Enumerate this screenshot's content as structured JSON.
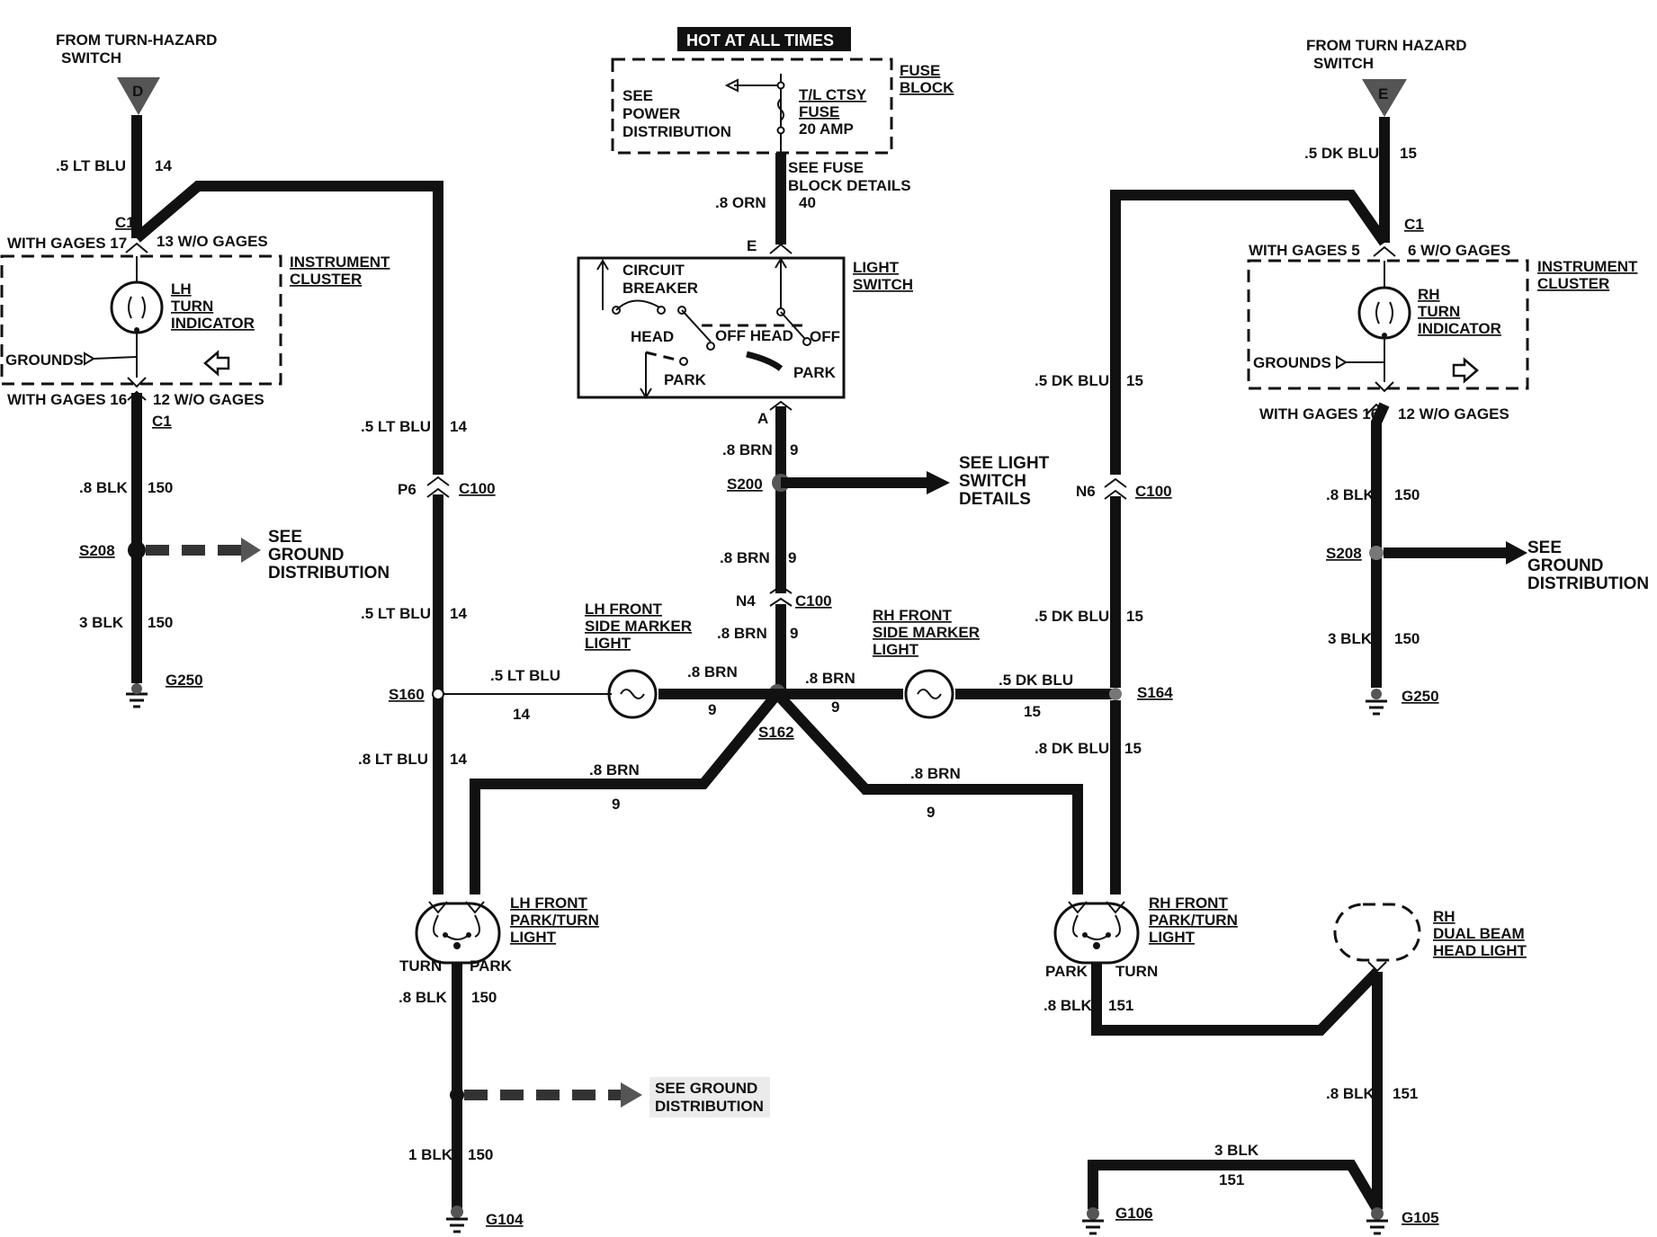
{
  "title": {
    "hot_at_all_times": "HOT AT ALL TIMES"
  },
  "fuse": {
    "see_power": "SEE",
    "see_power_2": "POWER",
    "see_power_3": "DISTRIBUTION",
    "fuse_name": "T/L CTSY",
    "fuse_label": "FUSE",
    "fuse_amp": "20 AMP",
    "fuse_block": "FUSE",
    "fuse_block_2": "BLOCK",
    "see_fuse_details": "SEE FUSE",
    "see_fuse_details_2": "BLOCK DETAILS",
    "wire": ".8 ORN",
    "circuit": "40",
    "connector": "E"
  },
  "light_switch": {
    "circuit_breaker": "CIRCUIT",
    "circuit_breaker_2": "BREAKER",
    "head": "HEAD",
    "off_head": "OFF HEAD",
    "off": "OFF",
    "park": "PARK",
    "park_2": "PARK",
    "label": "LIGHT",
    "label_2": "SWITCH",
    "connector_a": "A"
  },
  "center": {
    "wire_brn_1": ".8 BRN",
    "circ_9_1": "9",
    "s200": "S200",
    "see_ls_details": "SEE LIGHT",
    "see_ls_details_2": "SWITCH",
    "see_ls_details_3": "DETAILS",
    "wire_brn_2": ".8 BRN",
    "circ_9_2": "9",
    "n4": "N4",
    "c100": "C100",
    "wire_brn_3": ".8 BRN",
    "circ_9_3": "9",
    "s162": "S162",
    "lh_marker": "LH FRONT",
    "lh_marker_2": "SIDE MARKER",
    "lh_marker_3": "LIGHT",
    "rh_marker": "RH FRONT",
    "rh_marker_2": "SIDE MARKER",
    "rh_marker_3": "LIGHT",
    "wire_brn_lm": ".8 BRN",
    "circ_9_lm": "9",
    "wire_brn_rm": ".8 BRN",
    "circ_9_rm": "9",
    "wire_brn_lp": ".8 BRN",
    "circ_9_lp": "9",
    "wire_brn_rp": ".8 BRN",
    "circ_9_rp": "9"
  },
  "left": {
    "from_switch": "FROM TURN-HAZARD",
    "from_switch_2": "SWITCH",
    "connector": "D",
    "wire_top": ".5 LT BLU",
    "circ_top": "14",
    "c1_top": "C1",
    "with_gages_17": "WITH GAGES 17",
    "wo_gages_13": "13 W/O GAGES",
    "instrument_cluster": "INSTRUMENT",
    "instrument_cluster_2": "CLUSTER",
    "lh_turn": "LH",
    "lh_turn_2": "TURN",
    "lh_turn_3": "INDICATOR",
    "grounds": "GROUNDS",
    "with_gages_16": "WITH GAGES 16",
    "wo_gages_12": "12 W/O GAGES",
    "c1_bot": "C1",
    "wire_blk": ".8 BLK",
    "circ_150": "150",
    "s208": "S208",
    "see_ground": "SEE",
    "see_ground_2": "GROUND",
    "see_ground_3": "DISTRIBUTION",
    "wire_3blk": "3 BLK",
    "circ_150_b": "150",
    "g250": "G250",
    "wire_lt_blu_r": ".5 LT BLU",
    "circ_14_r": "14",
    "p6": "P6",
    "c100": "C100",
    "wire_lt_blu_r2": ".5 LT BLU",
    "circ_14_r2": "14",
    "s160": "S160",
    "wire_lt_blu_h": ".5 LT BLU",
    "circ_14_h": "14",
    "wire_lt_blu_8": ".8 LT BLU",
    "circ_14_8": "14",
    "lh_park_turn": "LH FRONT",
    "lh_park_turn_2": "PARK/TURN",
    "lh_park_turn_3": "LIGHT",
    "turn": "TURN",
    "park": "PARK",
    "wire_blk_8": ".8 BLK",
    "circ_150_8": "150",
    "see_ground_b": "SEE GROUND",
    "see_ground_b_2": "DISTRIBUTION",
    "wire_1blk": "1 BLK",
    "circ_150_1": "150",
    "g104": "G104"
  },
  "right": {
    "from_switch": "FROM TURN HAZARD",
    "from_switch_2": "SWITCH",
    "connector": "E",
    "wire_top": ".5 DK BLU",
    "circ_top": "15",
    "c1_top": "C1",
    "with_gages_5": "WITH GAGES 5",
    "wo_gages_6": "6 W/O GAGES",
    "instrument_cluster": "INSTRUMENT",
    "instrument_cluster_2": "CLUSTER",
    "rh_turn": "RH",
    "rh_turn_2": "TURN",
    "rh_turn_3": "INDICATOR",
    "grounds": "GROUNDS",
    "with_gages_16": "WITH GAGES 16",
    "wo_gages_12": "12 W/O GAGES",
    "wire_blk": ".8 BLK",
    "circ_150": "150",
    "s208": "S208",
    "see_ground": "SEE",
    "see_ground_2": "GROUND",
    "see_ground_3": "DISTRIBUTION",
    "wire_3blk": "3 BLK",
    "circ_150_b": "150",
    "g250": "G250",
    "wire_dk_blu_l": ".5 DK BLU",
    "circ_15_l": "15",
    "n6": "N6",
    "c100": "C100",
    "wire_dk_blu_l2": ".5 DK BLU",
    "circ_15_l2": "15",
    "wire_dk_blu_h": ".5 DK BLU",
    "circ_15_h": "15",
    "s164": "S164",
    "wire_dk_blu_8": ".8 DK BLU",
    "circ_15_8": "15",
    "rh_park_turn": "RH FRONT",
    "rh_park_turn_2": "PARK/TURN",
    "rh_park_turn_3": "LIGHT",
    "park": "PARK",
    "turn": "TURN",
    "wire_blk_8": ".8 BLK",
    "circ_151": "151",
    "rh_head": "RH",
    "rh_head_2": "DUAL BEAM",
    "rh_head_3": "HEAD LIGHT",
    "wire_blk_151": ".8 BLK",
    "circ_151_b": "151",
    "wire_3blk_151": "3 BLK",
    "circ_151_c": "151",
    "g106": "G106",
    "g105": "G105"
  }
}
